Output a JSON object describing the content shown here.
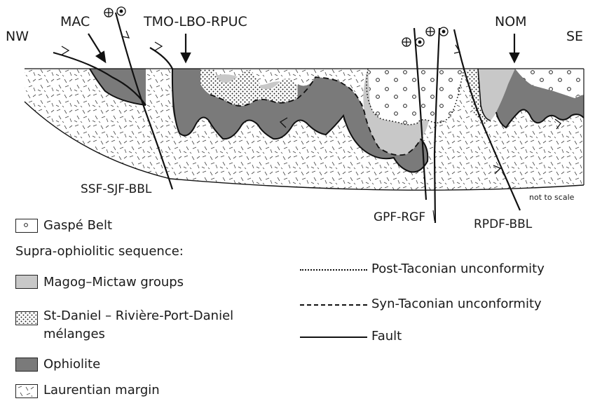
{
  "labels": {
    "nw": "NW",
    "se": "SE",
    "mac": "MAC",
    "tmo": "TMO-LBO-RPUC",
    "nom": "NOM",
    "ssf": "SSF-SJF-BBL",
    "gpf": "GPF-RGF",
    "rpdf": "RPDF-BBL",
    "scale_note": "not to scale"
  },
  "legend": {
    "gaspe": "Gaspé Belt",
    "supra_heading": "Supra-ophiolitic sequence:",
    "magog": "Magog–Mictaw groups",
    "stdaniel_line1": "St-Daniel – Rivière-Port-Daniel",
    "stdaniel_line2": "mélanges",
    "ophiolite": "Ophiolite",
    "laurentian": "Laurentian margin",
    "post_taconian": "Post-Taconian unconformity",
    "syn_taconian": "Syn-Taconian unconformity",
    "fault": "Fault"
  },
  "colors": {
    "ophiolite": "#7a7a7a",
    "magog": "#c8c8c8",
    "outline": "#111111"
  }
}
